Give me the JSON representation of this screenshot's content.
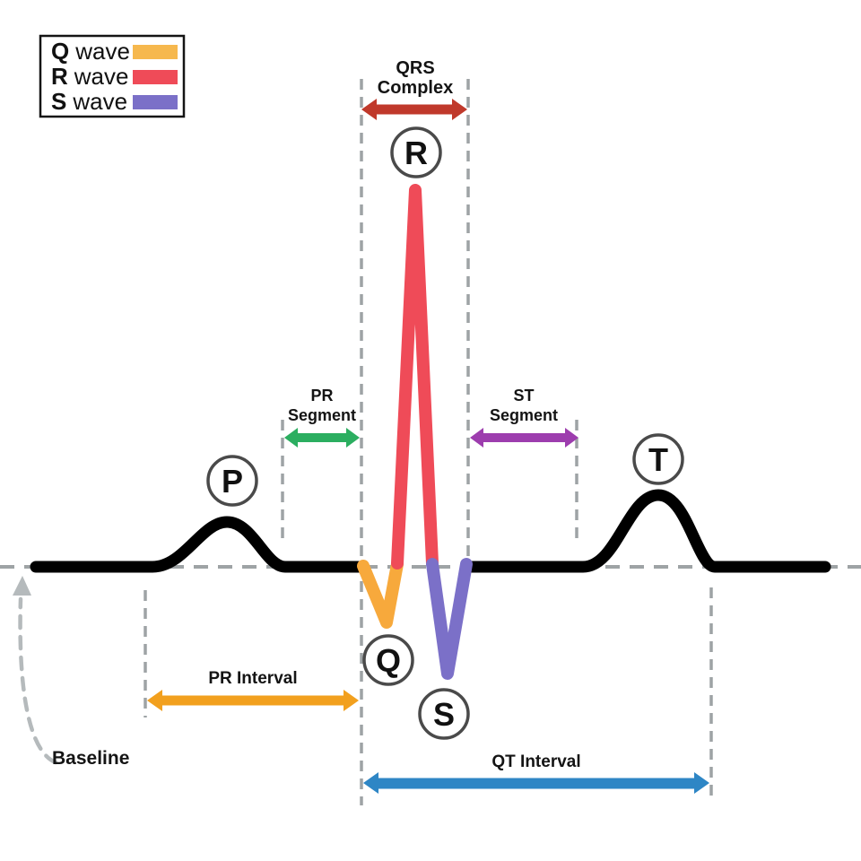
{
  "legend": {
    "items": [
      {
        "letter": "Q",
        "word": "wave",
        "color": "#F6B84E"
      },
      {
        "letter": "R",
        "word": "wave",
        "color": "#EF4B58"
      },
      {
        "letter": "S",
        "word": "wave",
        "color": "#7B70C8"
      }
    ]
  },
  "markers": {
    "p": "P",
    "q": "Q",
    "r": "R",
    "s": "S",
    "t": "T"
  },
  "annotations": {
    "qrs_complex": {
      "line1": "QRS",
      "line2": "Complex"
    },
    "pr_segment": {
      "line1": "PR",
      "line2": "Segment"
    },
    "st_segment": {
      "line1": "ST",
      "line2": "Segment"
    },
    "pr_interval": "PR Interval",
    "qt_interval": "QT Interval",
    "baseline": "Baseline"
  },
  "colors": {
    "q_wave": "#F7A93C",
    "r_wave": "#EF4B58",
    "s_wave": "#7B70C8",
    "qrs_arrow": "#C0392B",
    "pr_segment_arrow": "#2BAE60",
    "st_segment_arrow": "#9D3DAE",
    "pr_interval_arrow": "#F2A01E",
    "qt_interval_arrow": "#2E86C5",
    "trace": "#000000",
    "gridline": "#9EA3A5",
    "baseline_annotation": "#B5BABC"
  }
}
